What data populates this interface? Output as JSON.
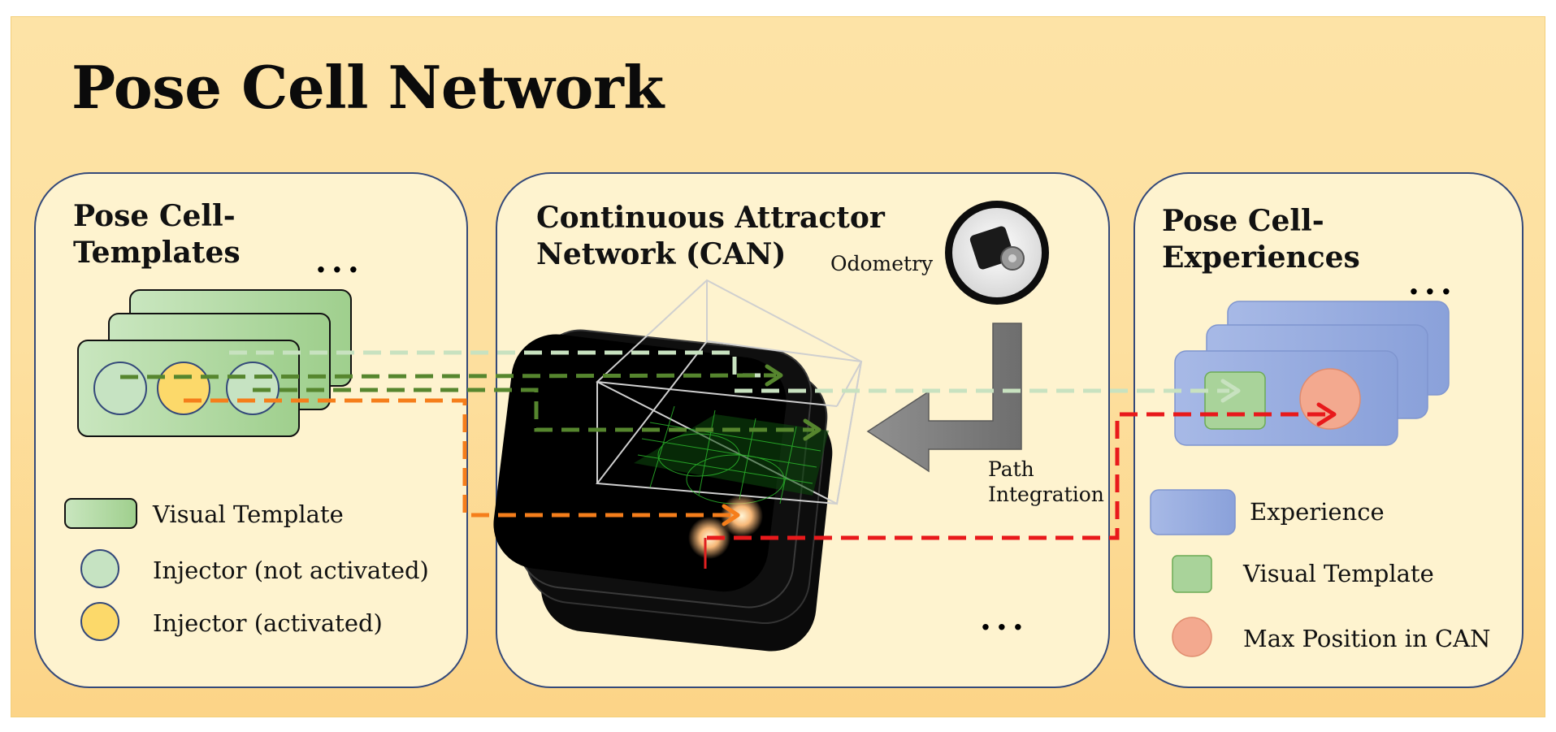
{
  "title": "Pose Cell Network",
  "panels": {
    "left": {
      "title": "Pose Cell-\nTemplates",
      "ellipsis": "...",
      "legend": {
        "visual_template": "Visual Template",
        "injector_inactive": "Injector (not activated)",
        "injector_active": "Injector (activated)"
      }
    },
    "middle": {
      "title": "Continuous Attractor\nNetwork (CAN)",
      "odometry": "Odometry",
      "path_integration": "Path\nIntegration",
      "ellipsis": "..."
    },
    "right": {
      "title": "Pose Cell-\nExperiences",
      "ellipsis": "...",
      "legend": {
        "experience": "Experience",
        "visual_template": "Visual Template",
        "max_position": "Max Position in CAN"
      }
    }
  },
  "colors": {
    "template_green": "#a9d39a",
    "injector_inactive": "#c6e3c2",
    "injector_active": "#fcd96a",
    "experience_blue": "#93a9dc",
    "max_position": "#f3a98f",
    "arrow_light_green": "#c8e2c0",
    "arrow_dark_green": "#56862e",
    "arrow_orange": "#f57e1b",
    "arrow_red": "#e8191b",
    "odometry_arrow": "#808080"
  },
  "icons": [
    "odometry-encoder-icon",
    "can-activity-icon"
  ]
}
